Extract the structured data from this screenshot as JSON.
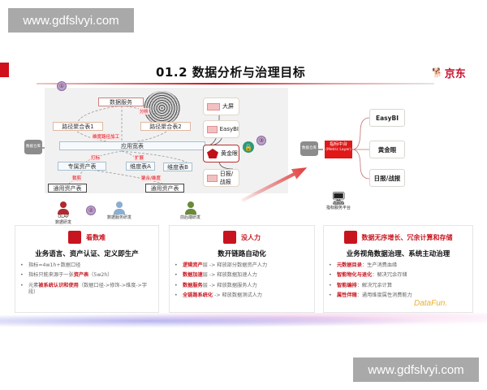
{
  "watermarks": {
    "top": "www.gdfslvyi.com",
    "bottom": "www.gdfslvyi.com"
  },
  "header": {
    "title": "01.2 数据分析与治理目标",
    "logo_text": "京东",
    "logo_icon": "jd-dog-icon",
    "accent_color": "#d0101b"
  },
  "left_diagram": {
    "badge_1": "①",
    "badge_2": "②",
    "badge_3": "③",
    "source_db": "数据仓库",
    "data_service": "数据服务",
    "path_table_1": "路径聚合表1",
    "path_table_2": "路径聚合表2",
    "app_table": "应用宽表",
    "dedicated_table": "专属资产表",
    "dim_table_a": "维度表A",
    "dim_table_b": "维度表B",
    "common_table_1": "通用资产表",
    "common_table_2": "通用资产表",
    "edge_labels": {
      "service_link": "分析",
      "path_process": "维度路径加工",
      "tagging": "打标",
      "expand": "扩展",
      "trim": "裁剪",
      "aggregate": "聚合/维度"
    },
    "outputs": [
      {
        "label": "大屏",
        "icon": "thumbnail-icon"
      },
      {
        "label": "EasyBI",
        "icon": "thumbnail-icon"
      },
      {
        "label": "黄金眼",
        "icon": "pentagon-icon"
      },
      {
        "label": "日报/战报",
        "icon": "thumbnail-icon"
      }
    ],
    "roles": [
      {
        "label_top": "OLAP",
        "label": "数据研发",
        "color": "#b02a30"
      },
      {
        "label": "数据服务研发",
        "color": "#8aaed0"
      },
      {
        "label": "前后端研发",
        "color": "#6a8a3a"
      }
    ]
  },
  "right_diagram": {
    "source_db": "数据仓库",
    "metric_platform": "指标中台",
    "metric_platform_en": "(Metric Layer)",
    "outputs": [
      "EasyBI",
      "黄金眼",
      "日报/战报"
    ],
    "service_platform": "指标服务平台"
  },
  "cards": [
    {
      "tag": "看数难",
      "subtitle": "业务语言、资产认证、定义即生产",
      "items": [
        {
          "pre": "指标=4w1h+数据口径",
          "hl": "",
          "post": ""
        },
        {
          "pre": "指标只能来源于一张",
          "hl": "资产表",
          "post": "（5w2h）"
        },
        {
          "pre": "元素",
          "hl": "被系统认识和使用",
          "post": "（数据口径->修饰->维度->字段）"
        }
      ]
    },
    {
      "tag": "没人力",
      "subtitle": "数开链路自动化",
      "items": [
        {
          "pre": "",
          "hl": "逻辑资产",
          "post": "层 -> 释放部分数据资产人力"
        },
        {
          "pre": "",
          "hl": "数据加速",
          "post": "层 -> 释放数据加速人力"
        },
        {
          "pre": "",
          "hl": "数据服务",
          "post": "层 -> 释放数据服务人力"
        },
        {
          "pre": "",
          "hl": "全链路系统化",
          "post": " -> 释放数据测试人力"
        }
      ]
    },
    {
      "tag": "数据无序增长、冗余计算和存储",
      "subtitle": "业务视角数据治理、系统主动治理",
      "items": [
        {
          "pre": "",
          "hl": "元数据目录",
          "post": "：生产消费血缘"
        },
        {
          "pre": "",
          "hl": "智能物化与退化",
          "post": "：解决冗余存储"
        },
        {
          "pre": "",
          "hl": "智能编排",
          "post": "：解决冗余计算"
        },
        {
          "pre": "",
          "hl": "属性伴随",
          "post": "：通用维度属性消费能力"
        }
      ]
    }
  ],
  "footer_brand": "DataFun."
}
